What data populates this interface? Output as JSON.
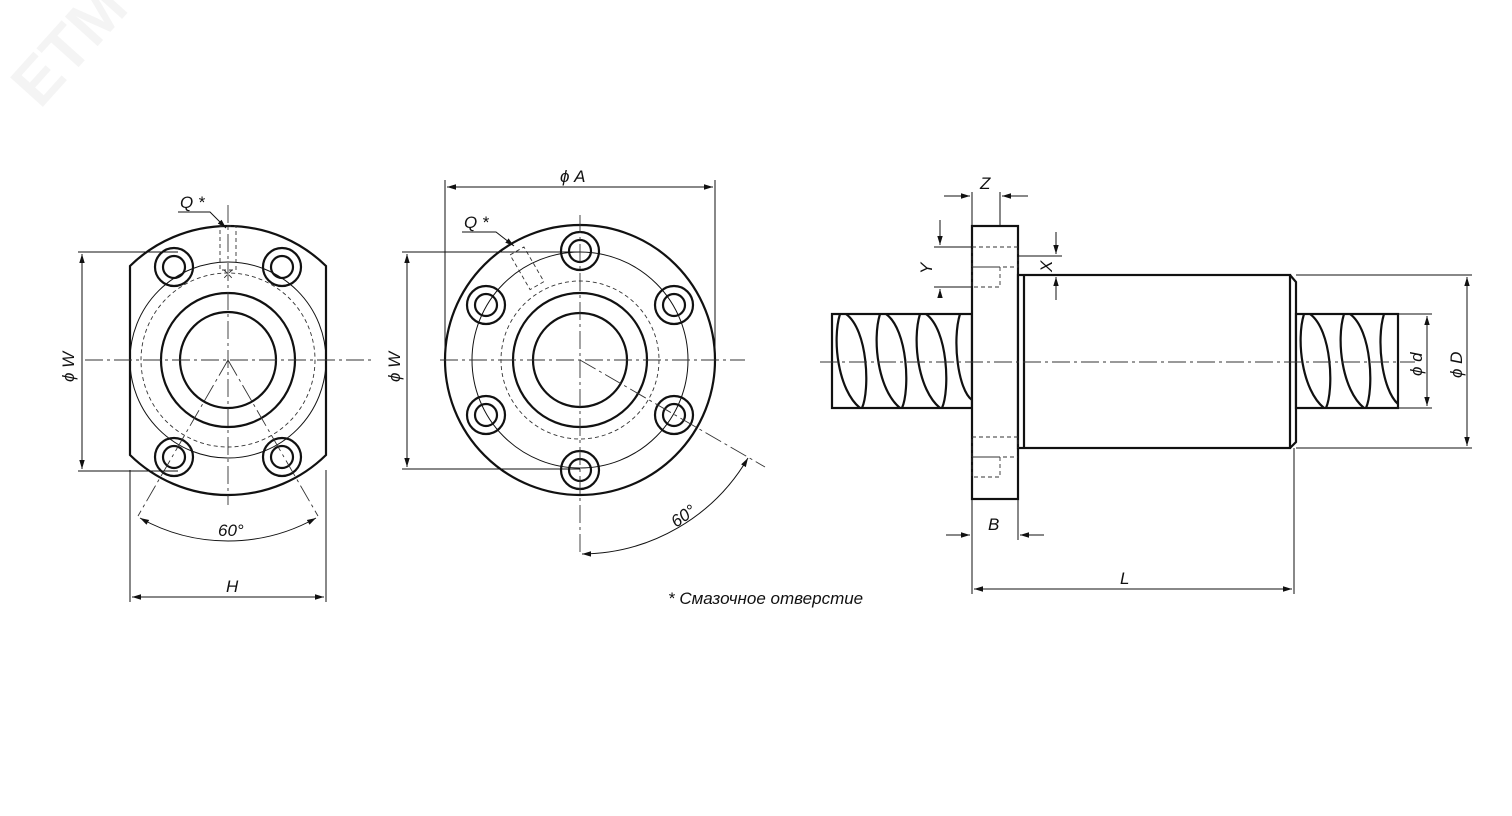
{
  "labels": {
    "q_left": "Q *",
    "q_mid": "Q *",
    "diam_w_left": "ϕ W",
    "diam_w_mid": "ϕ W",
    "diam_a": "ϕ A",
    "h": "H",
    "angle_left": "60°",
    "angle_mid": "60°",
    "z": "Z",
    "y": "Y",
    "x": "X",
    "b": "B",
    "l": "L",
    "diam_d_small": "ϕ d",
    "diam_d_big": "ϕ D"
  },
  "footnote": "* Смазочное отверстие",
  "watermark": "ETM"
}
